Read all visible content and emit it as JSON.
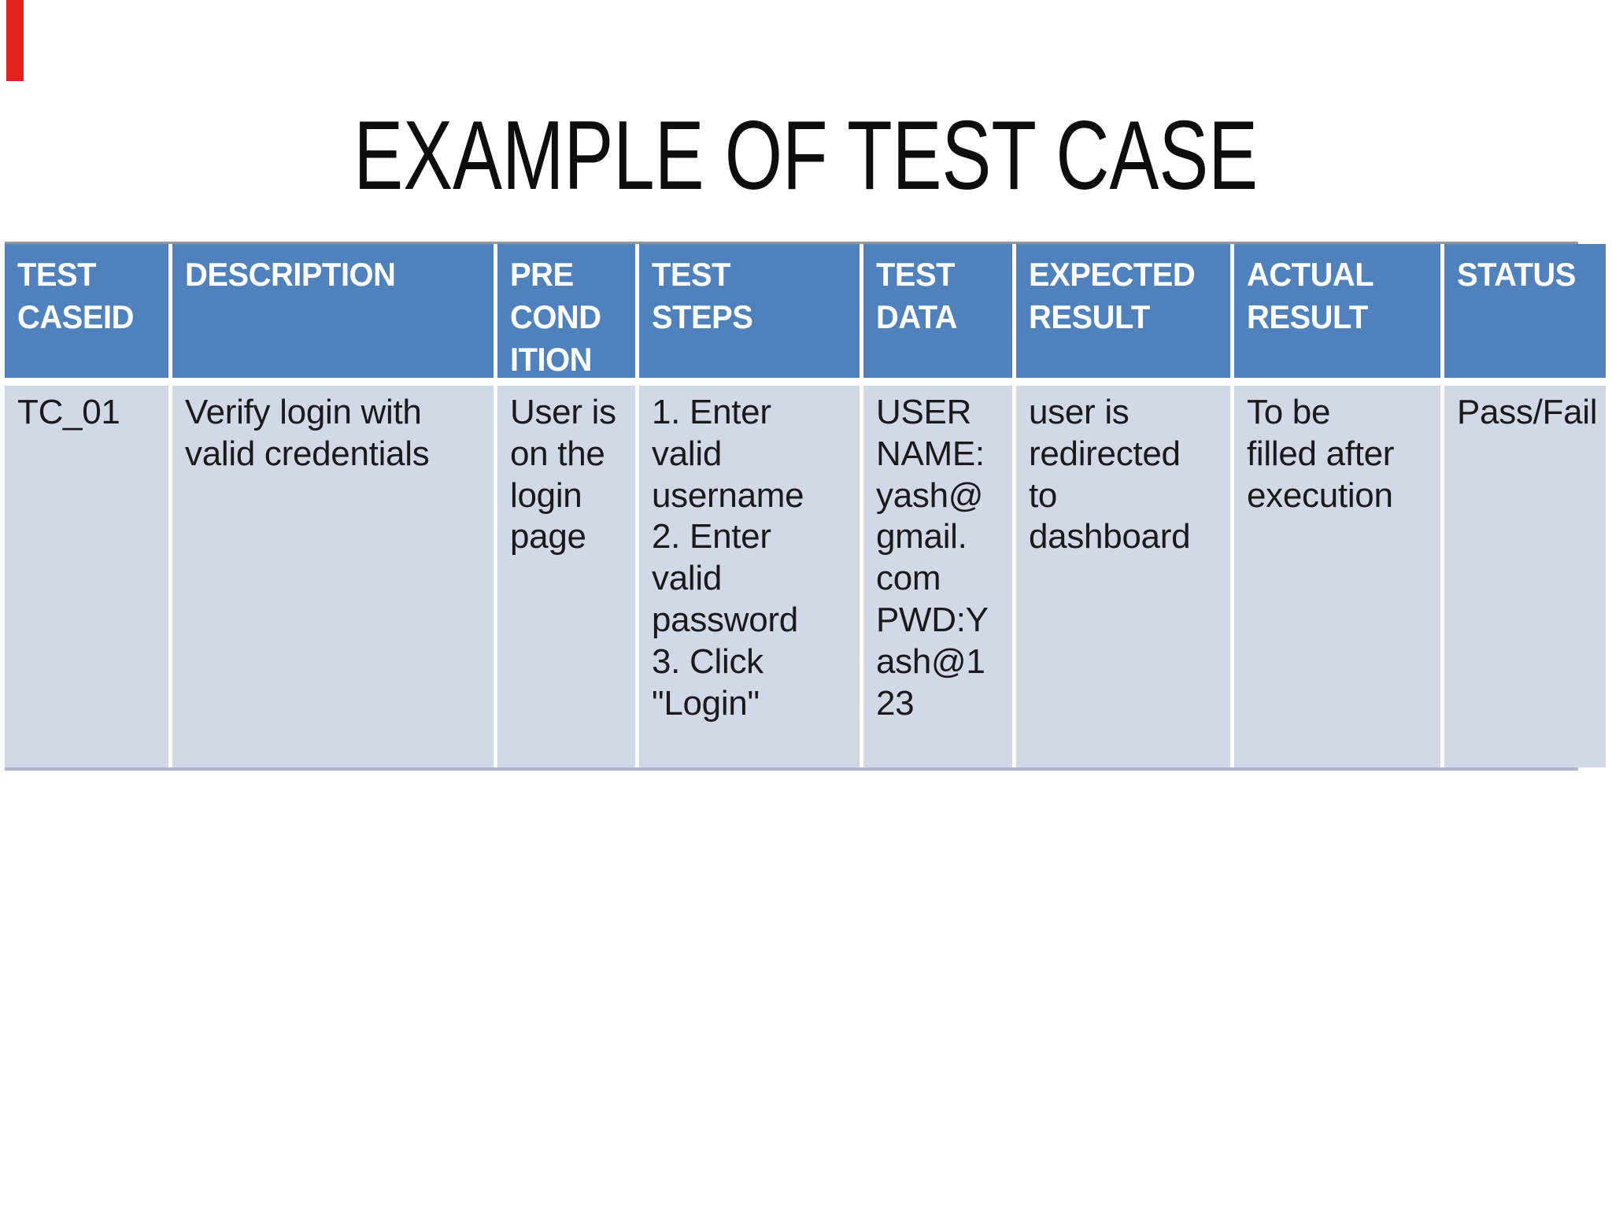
{
  "slide": {
    "title": "EXAMPLE OF TEST CASE"
  },
  "decorations": {
    "red_marker_color": "#e3231b"
  },
  "colors": {
    "header_bg": "#4f81bd",
    "header_text": "#ffffff",
    "body_bg": "#d1d8e6",
    "body_text": "#1a1a1a"
  },
  "table": {
    "headers": [
      "TEST\nCASEID",
      "DESCRIPTION",
      "PRE\nCOND\nITION",
      "TEST STEPS",
      "TEST\nDATA",
      "EXPECTED\nRESULT",
      "ACTUAL\nRESULT",
      "STATUS"
    ],
    "rows": [
      [
        "TC_01",
        "Verify login with\nvalid credentials",
        "User is\non the\nlogin\npage",
        "1. Enter\nvalid\nusername\n2. Enter\nvalid\npassword\n3. Click\n\"Login\"",
        "USER\nNAME:\nyash@\ngmail.\ncom\nPWD:Y\nash@1\n23",
        "user is\nredirected\nto\ndashboard",
        "To be\nfilled after\nexecution",
        "Pass/Fail"
      ]
    ]
  }
}
